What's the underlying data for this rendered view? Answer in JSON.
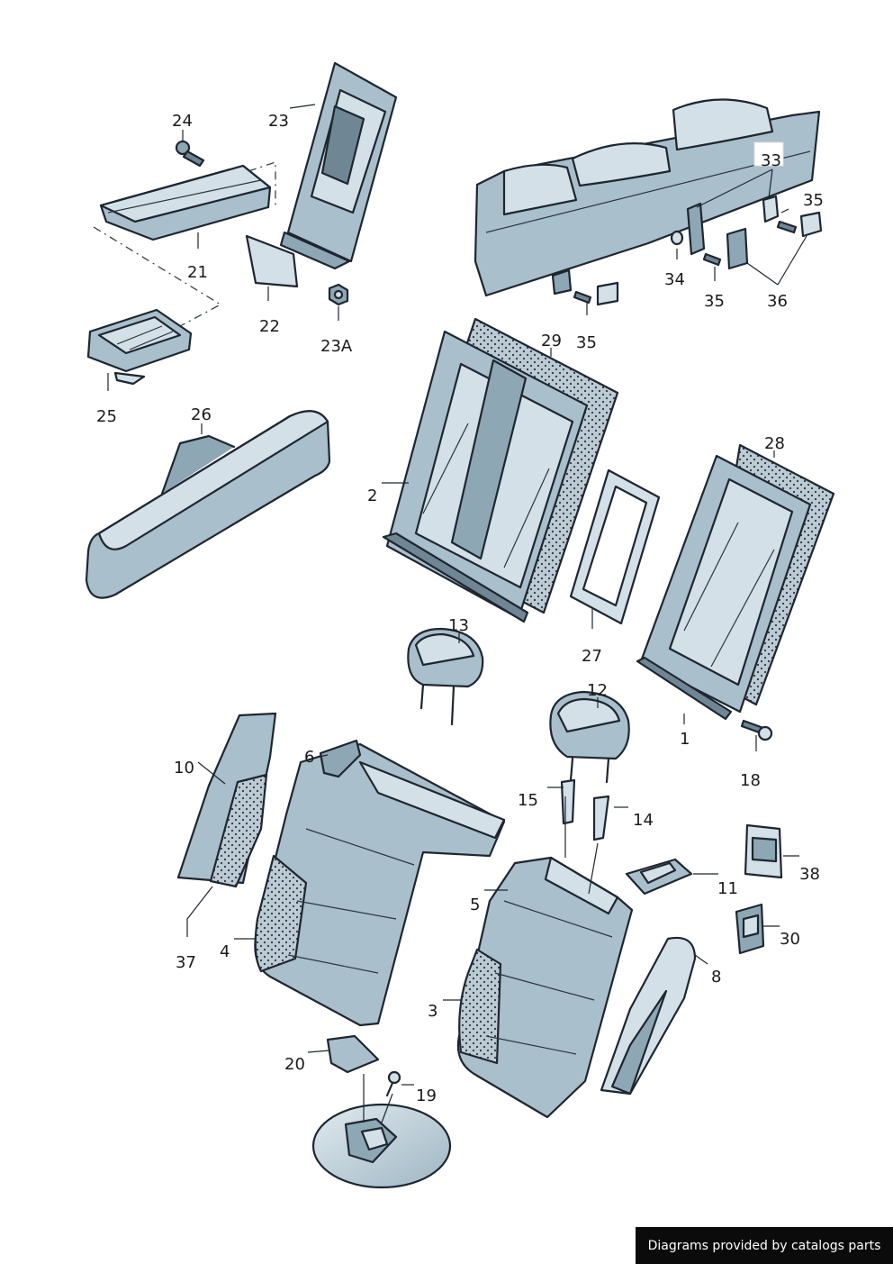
{
  "callouts": {
    "c1": "1",
    "c2": "2",
    "c3": "3",
    "c4": "4",
    "c5": "5",
    "c6": "6",
    "c8": "8",
    "c10": "10",
    "c11": "11",
    "c12": "12",
    "c13": "13",
    "c14": "14",
    "c15": "15",
    "c18": "18",
    "c19": "19",
    "c20": "20",
    "c21": "21",
    "c22": "22",
    "c23": "23",
    "c23a": "23A",
    "c24": "24",
    "c25": "25",
    "c26": "26",
    "c27": "27",
    "c28": "28",
    "c29": "29",
    "c30": "30",
    "c33": "33",
    "c34": "34",
    "c35a": "35",
    "c35b": "35",
    "c35c": "35",
    "c36": "36",
    "c37": "37",
    "c38": "38"
  },
  "footer": {
    "credit": "Diagrams provided by catalogs parts"
  },
  "colors": {
    "part_fill": "#a9bfcb",
    "part_light": "#d3e0e7",
    "outline": "#1e2630",
    "banner": "#0b0b0b"
  }
}
